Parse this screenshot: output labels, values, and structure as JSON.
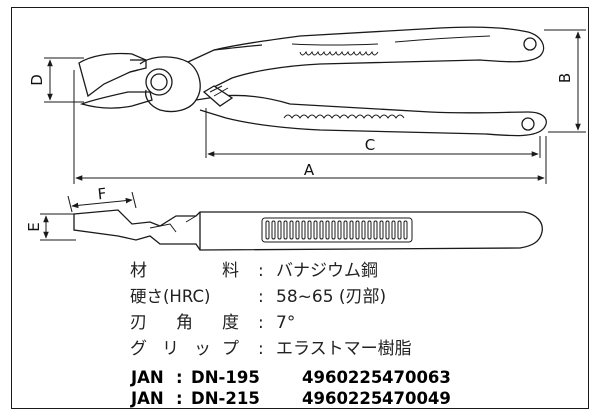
{
  "dimensions": {
    "a": "A",
    "b": "B",
    "c": "C",
    "d": "D",
    "e": "E",
    "f": "F"
  },
  "specs": [
    {
      "label_chars": [
        "材",
        "料"
      ],
      "sep": ":",
      "value": "バナジウム鋼"
    },
    {
      "label": "硬さ(HRC)",
      "sep": ":",
      "value": "58~65 (刃部)"
    },
    {
      "label_chars": [
        "刃",
        "角",
        "度"
      ],
      "sep": ":",
      "value": "7°"
    },
    {
      "label_chars": [
        "グ",
        "リ",
        "ッ",
        "プ"
      ],
      "sep": ":",
      "value": "エラストマー樹脂"
    }
  ],
  "jan": [
    {
      "prefix": "JAN",
      "sep": ":",
      "model": "DN-195",
      "code1": "4960225",
      "code2": "470063"
    },
    {
      "prefix": "JAN",
      "sep": ":",
      "model": "DN-215",
      "code1": "4960225",
      "code2": "470049"
    }
  ],
  "colors": {
    "line": "#1a1a1a",
    "text": "#222222"
  }
}
